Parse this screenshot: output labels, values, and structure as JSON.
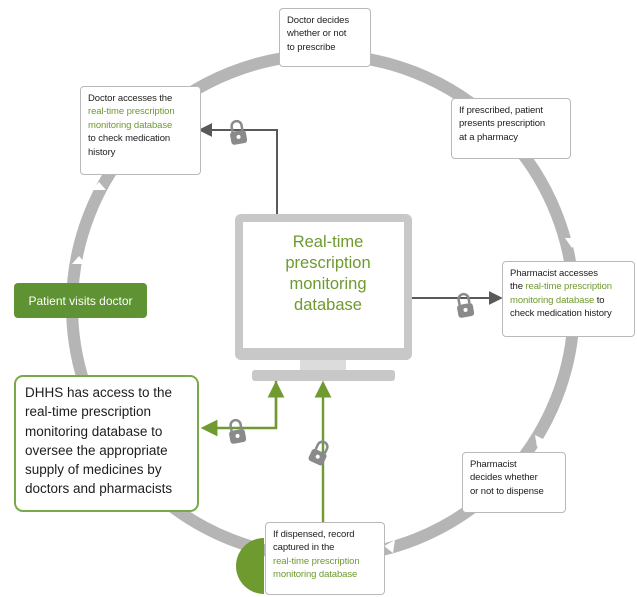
{
  "diagram": {
    "monitor_label": [
      "Real-time",
      "prescription",
      "monitoring",
      "database"
    ],
    "patient_button": "Patient visits doctor",
    "dhhs_box": [
      "DHHS has access to the",
      "real-time prescription",
      "monitoring database to",
      "oversee the appropriate",
      "supply of medicines by",
      "doctors and pharmacists"
    ],
    "steps": {
      "doctor_accesses": {
        "l1": "Doctor accesses the",
        "l2": "real-time prescription",
        "l3": "monitoring database",
        "l4": "to check medication",
        "l5": "history"
      },
      "doctor_decides": {
        "l1": "Doctor decides",
        "l2": "whether or not",
        "l3": "to prescribe"
      },
      "patient_presents": {
        "l1": "If prescribed, patient",
        "l2": "presents prescription",
        "l3": "at a pharmacy"
      },
      "pharmacist_accesses": {
        "l1": "Pharmacist accesses",
        "l2a": "the ",
        "l2b": "real-time prescription",
        "l3a": "monitoring database",
        "l3b": " to",
        "l4": "check medication history"
      },
      "pharmacist_decides": {
        "l1": "Pharmacist",
        "l2": "decides whether",
        "l3": "or not to dispense"
      },
      "record_captured": {
        "l1": "If dispensed, record",
        "l2": "captured in the",
        "l3": "real-time prescription",
        "l4": "monitoring database"
      }
    },
    "colors": {
      "green": "#6e9a2f",
      "button_green": "#5e9232",
      "ring_gray": "#b5b5b5",
      "monitor_gray": "#c8c8c8",
      "arrow_dark": "#595959"
    },
    "icons": [
      "padlock-icon"
    ]
  }
}
